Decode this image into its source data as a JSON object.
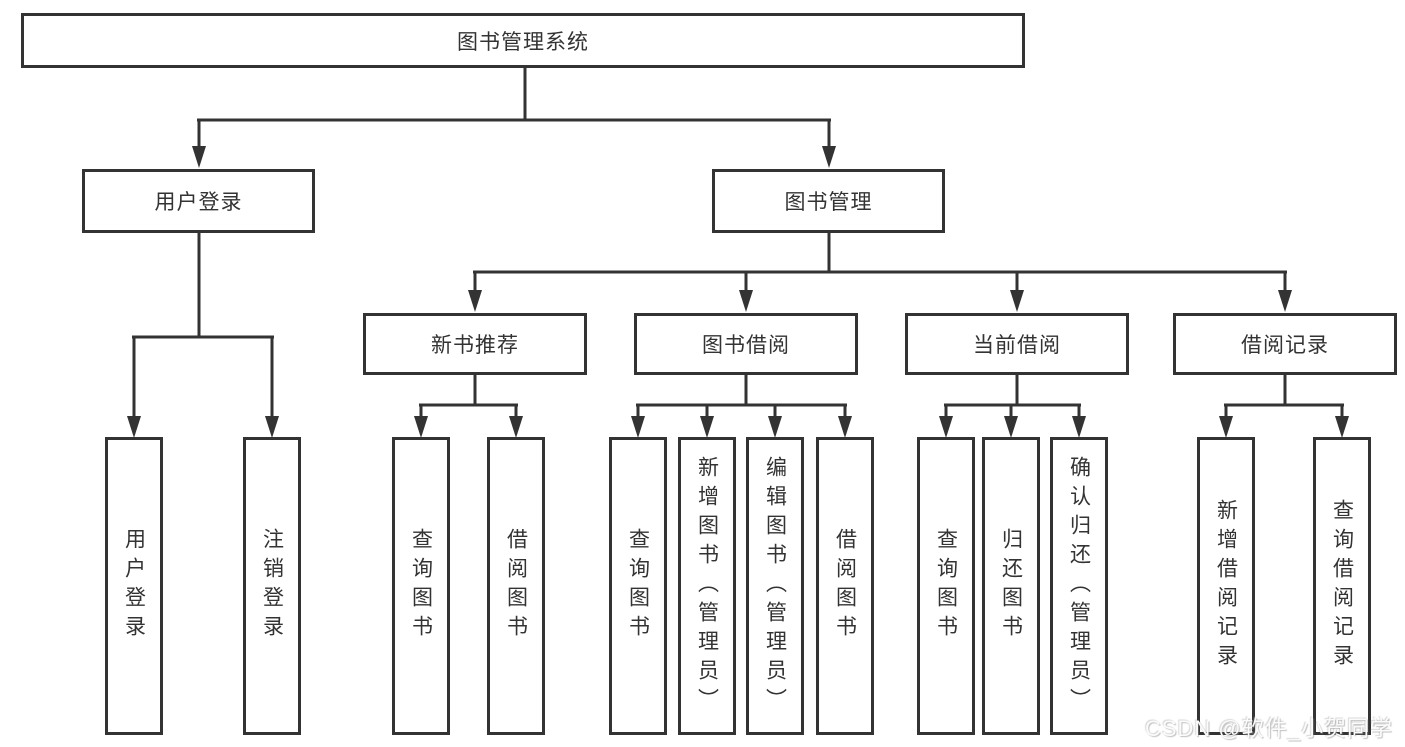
{
  "tree": {
    "root": {
      "label": "图书管理系统"
    },
    "branches": [
      {
        "label": "用户登录",
        "children": [
          {
            "label": "用户登录"
          },
          {
            "label": "注销登录"
          }
        ]
      },
      {
        "label": "图书管理",
        "children": [
          {
            "label": "新书推荐",
            "children": [
              {
                "label": "查询图书"
              },
              {
                "label": "借阅图书"
              }
            ]
          },
          {
            "label": "图书借阅",
            "children": [
              {
                "label": "查询图书"
              },
              {
                "label": "新增图书（管理员）"
              },
              {
                "label": "编辑图书（管理员）"
              },
              {
                "label": "借阅图书"
              }
            ]
          },
          {
            "label": "当前借阅",
            "children": [
              {
                "label": "查询图书"
              },
              {
                "label": "归还图书"
              },
              {
                "label": "确认归还（管理员）"
              }
            ]
          },
          {
            "label": "借阅记录",
            "children": [
              {
                "label": "新增借阅记录"
              },
              {
                "label": "查询借阅记录"
              }
            ]
          }
        ]
      }
    ]
  },
  "watermark": {
    "text": "CSDN @软件_小贺同学"
  },
  "colors": {
    "line": "#333333",
    "box_border": "#333333",
    "text": "#333333",
    "background": "#ffffff",
    "watermark": "#fbfbfb"
  }
}
